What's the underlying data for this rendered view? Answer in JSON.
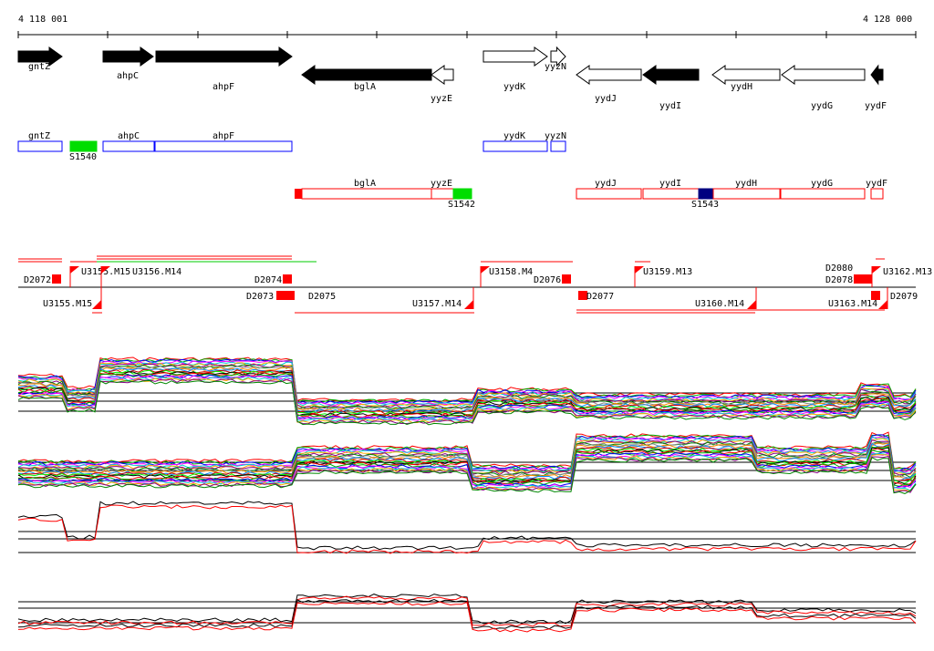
{
  "axis": {
    "start_label": "4 118 001",
    "end_label": "4 128 000"
  },
  "genes": [
    {
      "name": "gntZ",
      "strand": "+",
      "fill": "black"
    },
    {
      "name": "ahpC",
      "strand": "+",
      "fill": "black"
    },
    {
      "name": "ahpF",
      "strand": "+",
      "fill": "black"
    },
    {
      "name": "bglA",
      "strand": "-",
      "fill": "black"
    },
    {
      "name": "yyzE",
      "strand": "-",
      "fill": "white"
    },
    {
      "name": "yydK",
      "strand": "+",
      "fill": "white"
    },
    {
      "name": "yyzN",
      "strand": "+",
      "fill": "white"
    },
    {
      "name": "yydJ",
      "strand": "-",
      "fill": "white"
    },
    {
      "name": "yydI",
      "strand": "-",
      "fill": "black"
    },
    {
      "name": "yydH",
      "strand": "-",
      "fill": "white"
    },
    {
      "name": "yydG",
      "strand": "-",
      "fill": "white"
    },
    {
      "name": "yydF",
      "strand": "-",
      "fill": "black"
    }
  ],
  "forward_boxes": [
    "gntZ",
    "S1540",
    "ahpC",
    "ahpF",
    "yydK",
    "yyzN"
  ],
  "reverse_boxes": [
    "bglA",
    "yyzE",
    "S1542",
    "yydJ",
    "yydI",
    "S1543",
    "yydH",
    "yydG",
    "yydF"
  ],
  "upper_markers": [
    "D2072",
    "U3155.M15",
    "U3156.M14",
    "D2074",
    "U3158.M4",
    "D2076",
    "U3159.M13",
    "D2078",
    "D2080",
    "U3162.M13"
  ],
  "lower_markers": [
    "U3155.M15",
    "D2073",
    "D2075",
    "U3157.M14",
    "D2077",
    "U3160.M14",
    "U3163.M14",
    "D2079"
  ],
  "colors": {
    "forward": "#0000ff",
    "reverse": "#ff0000",
    "sRNA": "#00dd00",
    "highlight": "#000080"
  }
}
